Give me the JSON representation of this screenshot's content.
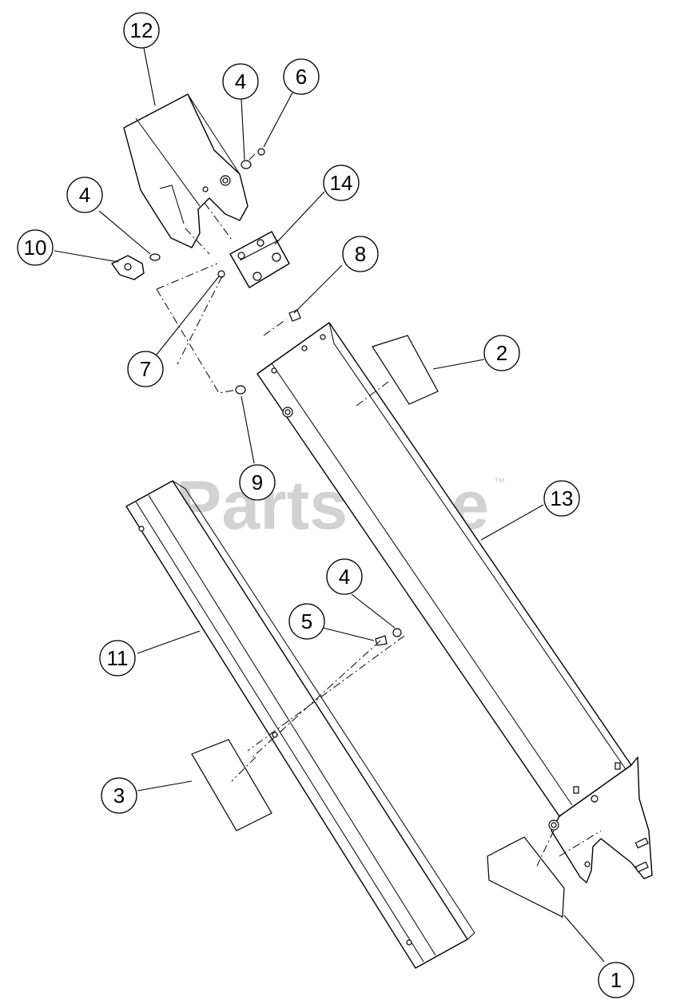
{
  "watermark": {
    "text": "PartsTree",
    "trademark": "™"
  },
  "callouts": [
    {
      "id": "12",
      "label": "12"
    },
    {
      "id": "4a",
      "label": "4"
    },
    {
      "id": "6",
      "label": "6"
    },
    {
      "id": "4b",
      "label": "4"
    },
    {
      "id": "14",
      "label": "14"
    },
    {
      "id": "10",
      "label": "10"
    },
    {
      "id": "8",
      "label": "8"
    },
    {
      "id": "7",
      "label": "7"
    },
    {
      "id": "2",
      "label": "2"
    },
    {
      "id": "9",
      "label": "9"
    },
    {
      "id": "13",
      "label": "13"
    },
    {
      "id": "4c",
      "label": "4"
    },
    {
      "id": "5",
      "label": "5"
    },
    {
      "id": "11",
      "label": "11"
    },
    {
      "id": "3",
      "label": "3"
    },
    {
      "id": "1",
      "label": "1"
    }
  ]
}
